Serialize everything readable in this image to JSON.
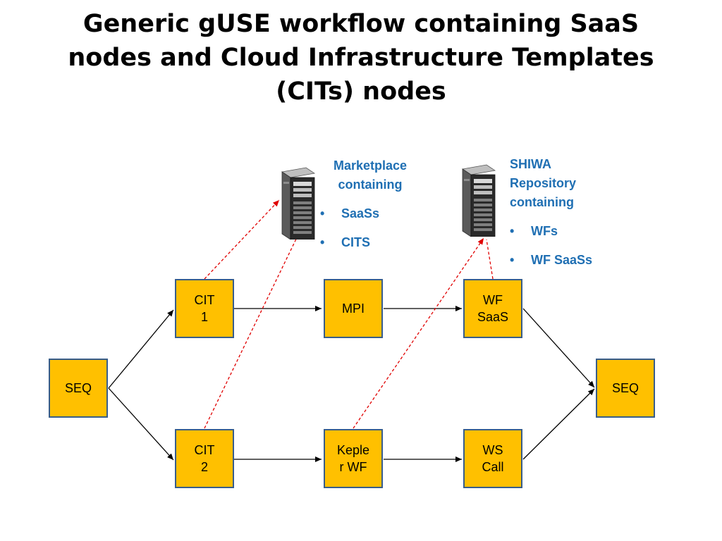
{
  "title": "Generic  gUSE workflow containing SaaS\nnodes and Cloud Infrastructure Templates\n(CITs) nodes",
  "colors": {
    "node_fill": "#ffc000",
    "node_border": "#385d8a",
    "repo_text": "#1f6fb3",
    "link_dashed": "#e00000",
    "edge": "#000000"
  },
  "nodes": {
    "seq_start": "SEQ",
    "cit1": "CIT\n1",
    "mpi": "MPI",
    "wf_saas": "WF\nSaaS",
    "seq_end": "SEQ",
    "cit2": "CIT\n2",
    "kepler_wf": "Keple\nr WF",
    "ws_call": "WS\nCall"
  },
  "marketplace": {
    "heading": "Marketplace\ncontaining",
    "items": [
      "SaaSs",
      "CITS"
    ],
    "icon": "server-tower-icon"
  },
  "shiwa": {
    "heading": "SHIWA\nRepository\ncontaining",
    "items": [
      "WFs",
      "WF SaaSs"
    ],
    "icon": "server-tower-icon"
  }
}
